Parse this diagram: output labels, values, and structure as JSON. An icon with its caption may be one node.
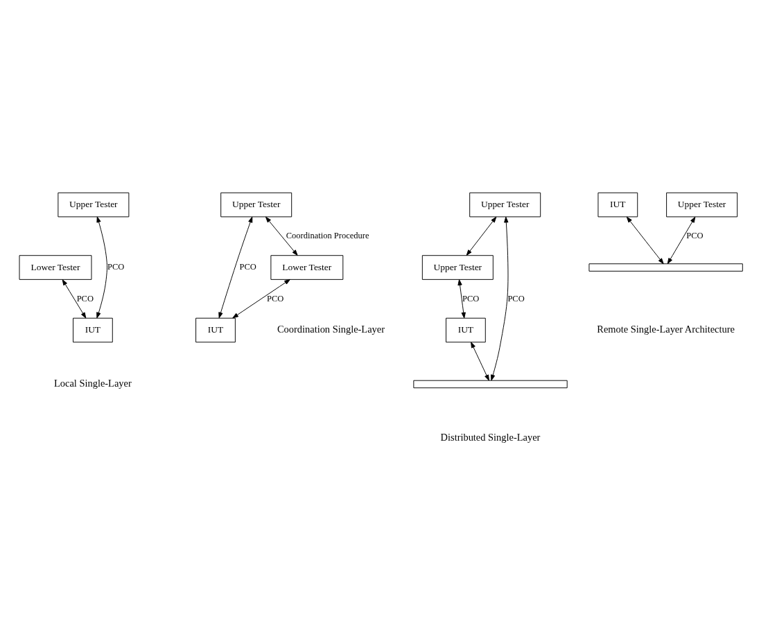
{
  "diagram": {
    "nodes": [
      {
        "text": [
          "Upper Tester"
        ]
      },
      {
        "text": [
          "Lower Tester"
        ]
      },
      {
        "text": [
          "IUT"
        ]
      },
      {
        "text": [
          "Upper Tester"
        ]
      },
      {
        "text": [
          "IUT"
        ]
      },
      {
        "text": [
          "Lower Tester"
        ]
      },
      {
        "text": [
          "Upper Tester"
        ]
      },
      {
        "text": [
          "Upper Tester"
        ]
      },
      {
        "text": [
          "IUT"
        ]
      },
      {
        "text": [],
        "shape": "bar"
      },
      {
        "text": [
          "Upper Tester"
        ]
      },
      {
        "text": [
          "IUT"
        ]
      },
      {
        "text": [],
        "shape": "bar"
      }
    ],
    "edges": [
      {
        "from": 0,
        "to": 2,
        "arrow": "both",
        "label": "PCO"
      },
      {
        "from": 1,
        "to": 2,
        "arrow": "both",
        "label": "PCO"
      },
      {
        "from": 3,
        "to": 4,
        "arrow": "both",
        "label": "PCO"
      },
      {
        "from": 3,
        "to": 5,
        "arrow": "both",
        "label": "Coordination Procedure"
      },
      {
        "from": 5,
        "to": 4,
        "arrow": "both",
        "label": "PCO"
      },
      {
        "from": 7,
        "to": 6,
        "arrow": "both"
      },
      {
        "from": 6,
        "to": 8,
        "arrow": "both",
        "label": "PCO"
      },
      {
        "from": 7,
        "to": 9,
        "arrow": "both",
        "label": "PCO"
      },
      {
        "from": 8,
        "to": 9,
        "arrow": "both"
      },
      {
        "from": 10,
        "to": 12,
        "arrow": "both",
        "label": "PCO"
      },
      {
        "from": 11,
        "to": 12,
        "arrow": "both"
      }
    ],
    "labels": [
      "Local Single-Layer",
      "Coordination Single-Layer",
      "Distributed Single-Layer",
      "Remote Single-Layer Architecture"
    ]
  }
}
